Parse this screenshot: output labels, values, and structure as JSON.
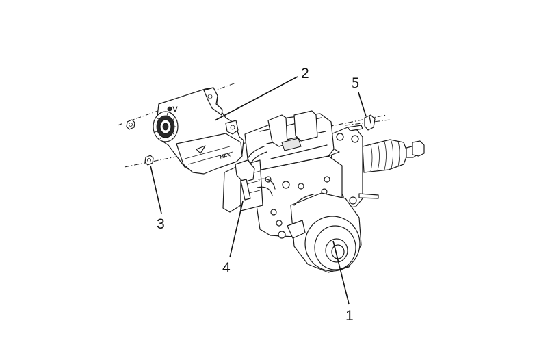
{
  "callouts": [
    {
      "id": "1",
      "label": "1"
    },
    {
      "id": "2",
      "label": "2"
    },
    {
      "id": "3",
      "label": "3"
    },
    {
      "id": "4",
      "label": "4"
    },
    {
      "id": "5",
      "label": "5"
    }
  ],
  "reservoir": {
    "max_mark": "MAX"
  }
}
